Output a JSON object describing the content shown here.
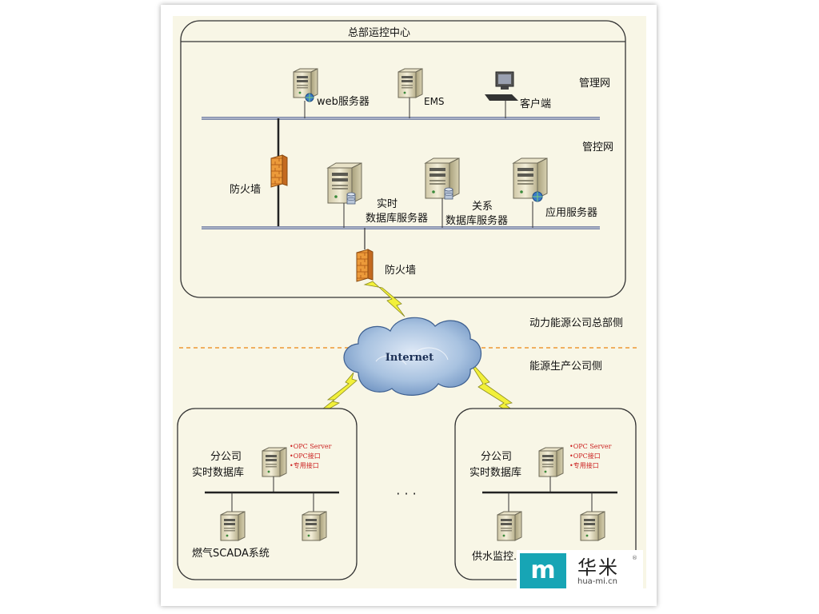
{
  "hq": {
    "title": "总部运控中心",
    "mgmt_net_label": "管理网",
    "ctrl_net_label": "管控网",
    "web_server": "web服务器",
    "ems": "EMS",
    "client": "客户端",
    "firewall_1": "防火墙",
    "firewall_2": "防火墙",
    "rtdb_server_line1": "实时",
    "rtdb_server_line2": "数据库服务器",
    "reldb_server_line1": "关系",
    "reldb_server_line2": "数据库服务器",
    "app_server": "应用服务器"
  },
  "regions": {
    "hq_side": "动力能源公司总部侧",
    "prod_side": "能源生产公司侧"
  },
  "cloud": {
    "label": "Internet"
  },
  "branch_left": {
    "title_line1": "分公司",
    "title_line2": "实时数据库",
    "opc": [
      "•OPC Server",
      "•OPC接口",
      "•专用接口"
    ],
    "system": "燃气SCADA系统"
  },
  "branch_right": {
    "title_line1": "分公司",
    "title_line2": "实时数据库",
    "opc": [
      "•OPC Server",
      "•OPC接口",
      "•专用接口"
    ],
    "system": "供水监控..."
  },
  "ellipsis": "· · ·",
  "watermark": {
    "mark": "m",
    "name": "华米",
    "url": "hua-mi.cn",
    "reg": "®"
  },
  "colors": {
    "background": "#f8f6e6",
    "bus": "#7f8aa8",
    "firewall": "#e58a2e",
    "lightning": "#f2f03a",
    "cloud": "#8fb0d4",
    "separator": "#f0b060",
    "watermark": "#17a5b5"
  }
}
